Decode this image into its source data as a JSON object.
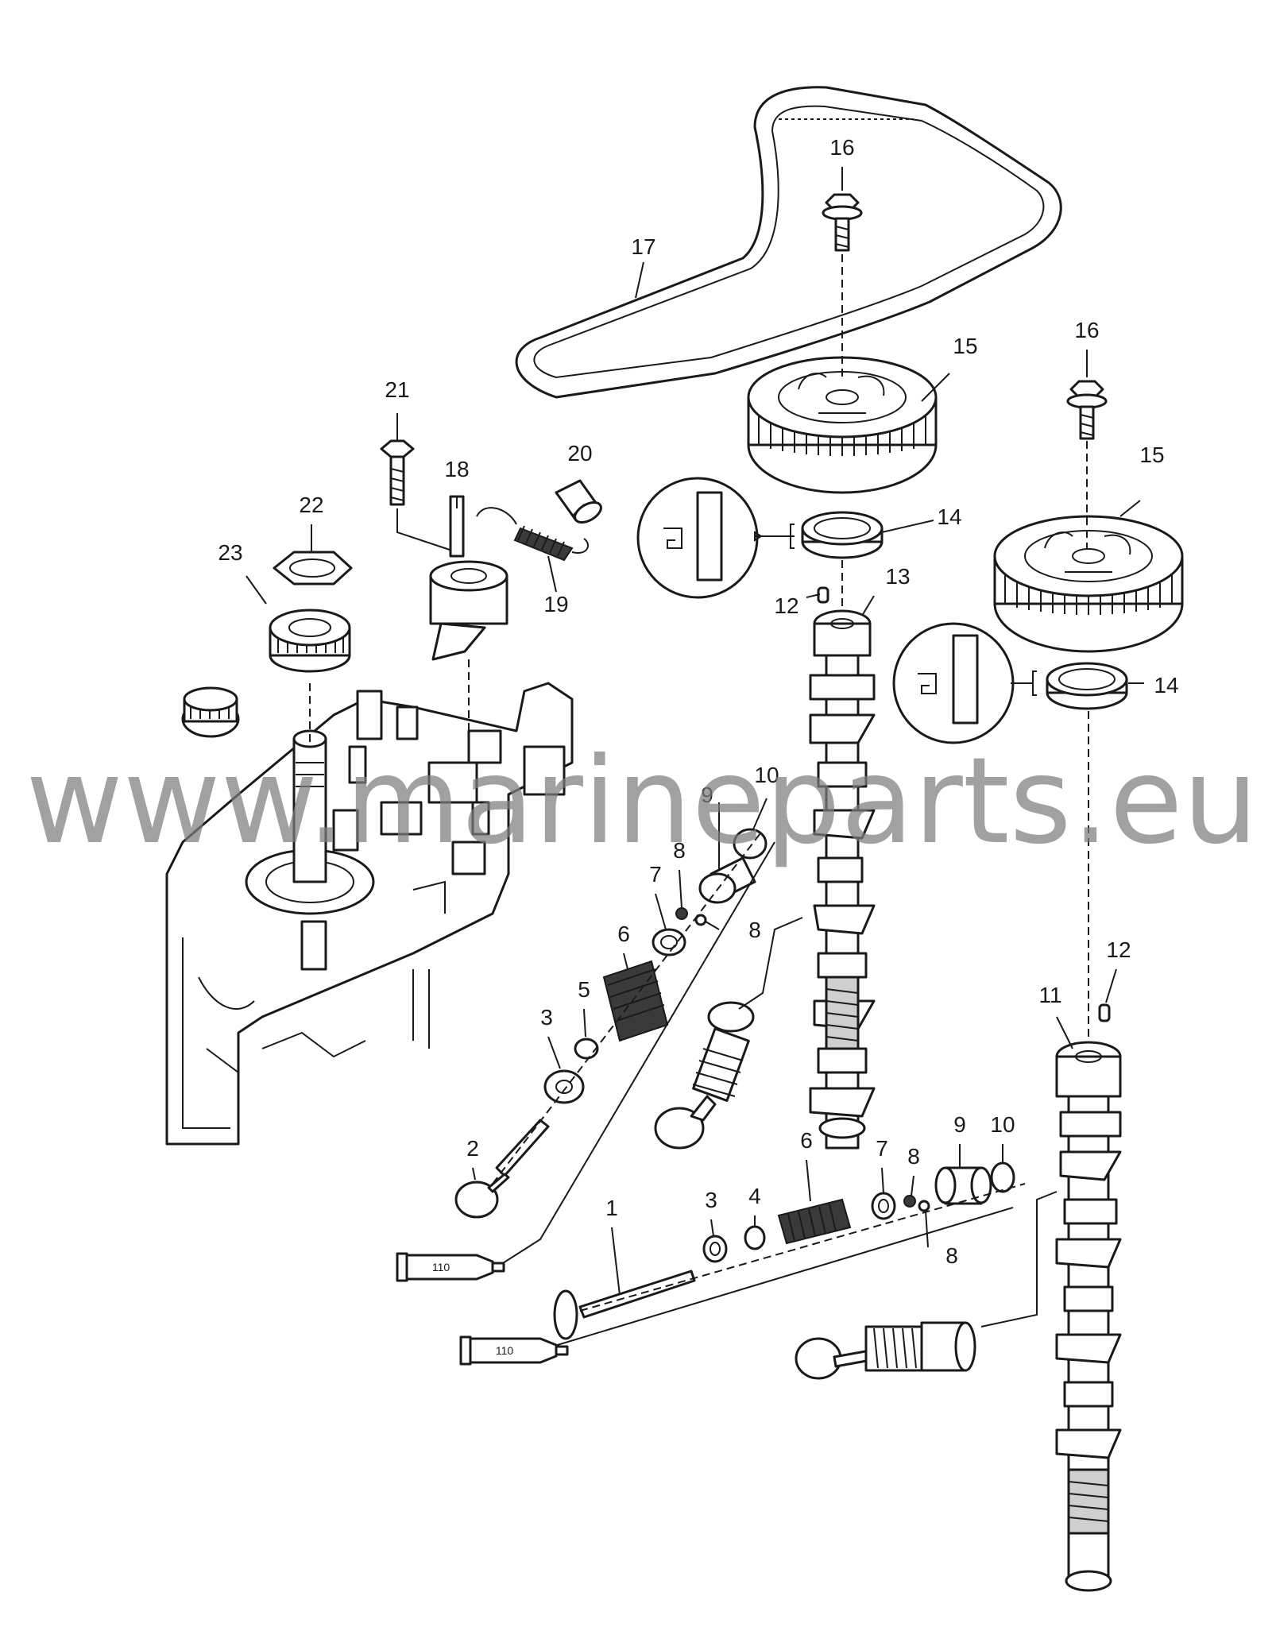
{
  "watermark": "www.marineparts.eu",
  "sealant_tube_label": "110",
  "callouts": {
    "c1": "1",
    "c2": "2",
    "c3a": "3",
    "c3b": "3",
    "c4": "4",
    "c5": "5",
    "c6a": "6",
    "c6b": "6",
    "c7a": "7",
    "c7b": "7",
    "c8a": "8",
    "c8b": "8",
    "c8c": "8",
    "c8d": "8",
    "c9a": "9",
    "c9b": "9",
    "c10a": "10",
    "c10b": "10",
    "c11": "11",
    "c12a": "12",
    "c12b": "12",
    "c13": "13",
    "c14a": "14",
    "c14b": "14",
    "c15a": "15",
    "c15b": "15",
    "c16a": "16",
    "c16b": "16",
    "c17": "17",
    "c18": "18",
    "c19": "19",
    "c20": "20",
    "c21": "21",
    "c22": "22",
    "c23": "23"
  }
}
